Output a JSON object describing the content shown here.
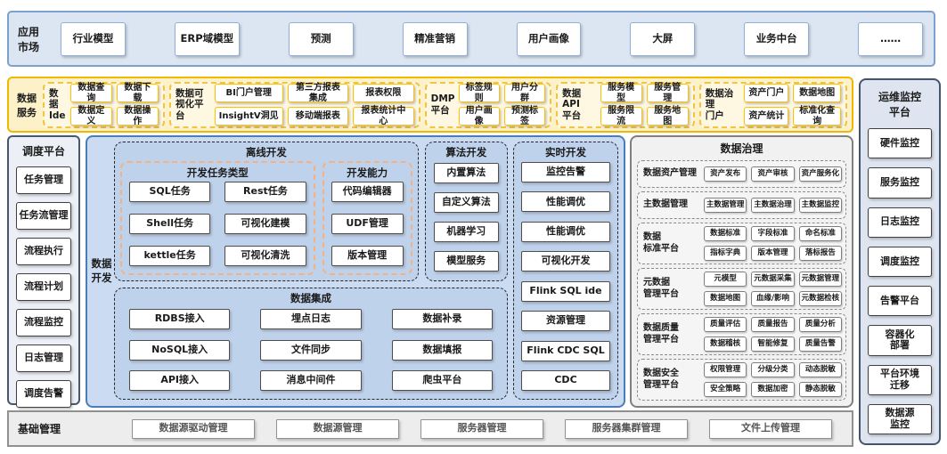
{
  "colors": {
    "gold": "#FFC000",
    "blue_border": "#4A7EBB",
    "light_blue_bg": "#CBDCF2",
    "slate": "#44546A",
    "salmon_dash": "#F4B183",
    "gray_border": "#7F7F7F"
  },
  "app_market": {
    "label": "应用\n市场",
    "items": [
      "行业模型",
      "ERP域模型",
      "预测",
      "精准营销",
      "用户画像",
      "大屏",
      "业务中台",
      "……"
    ]
  },
  "data_services": {
    "label": "数据\n服务",
    "ide": {
      "label": "数据\nIde",
      "items": [
        "数据查询",
        "数据下载",
        "数据定义",
        "数据操作"
      ]
    },
    "viz": {
      "label": "数据可\n视化平台",
      "items": [
        "BI门户管理",
        "第三方报表集成",
        "报表权限",
        "InsightV洞见",
        "移动端报表",
        "报表统计中心"
      ]
    },
    "dmp": {
      "label": "DMP\n平台",
      "items": [
        "标签规则",
        "用户分群",
        "用户画像",
        "预测标签"
      ]
    },
    "api": {
      "label": "数据API\n平台",
      "items": [
        "服务模型",
        "服务管理",
        "服务限流",
        "服务地图"
      ]
    },
    "portal": {
      "label": "数据治理\n门户",
      "items": [
        "资产门户",
        "数据地图",
        "资产统计",
        "标准化查询"
      ]
    }
  },
  "scheduler": {
    "title": "调度平台",
    "items": [
      "任务管理",
      "任务流管理",
      "流程执行",
      "流程计划",
      "流程监控",
      "日志管理",
      "调度告警"
    ]
  },
  "data_dev": {
    "label": "数据\n开发",
    "offline": {
      "title": "离线开发",
      "task_types": {
        "title": "开发任务类型",
        "items": [
          "SQL任务",
          "Rest任务",
          "Shell任务",
          "可视化建模",
          "kettle任务",
          "可视化清洗"
        ]
      },
      "capabilities": {
        "title": "开发能力",
        "items": [
          "代码编辑器",
          "UDF管理",
          "版本管理"
        ]
      }
    },
    "algo": {
      "title": "算法开发",
      "items": [
        "内置算法",
        "自定义算法",
        "机器学习",
        "模型服务"
      ]
    },
    "realtime": {
      "title": "实时开发",
      "items": [
        "监控告警",
        "性能调优",
        "性能调优",
        "可视化开发",
        "Flink SQL ide",
        "资源管理",
        "Flink CDC SQL",
        "CDC"
      ]
    },
    "integration": {
      "title": "数据集成",
      "items": [
        "RDBS接入",
        "埋点日志",
        "数据补录",
        "NoSQL接入",
        "文件同步",
        "数据填报",
        "API接入",
        "消息中间件",
        "爬虫平台"
      ]
    }
  },
  "governance": {
    "title": "数据治理",
    "sections": [
      {
        "label": "数据资产管理",
        "items": [
          "资产发布",
          "资产审核",
          "资产服务化"
        ]
      },
      {
        "label": "主数据管理",
        "items": [
          "主数据管理",
          "主数据治理",
          "主数据监控"
        ]
      },
      {
        "label": "数据\n标准平台",
        "items": [
          "数据标准",
          "字段标准",
          "命名标准",
          "指标字典",
          "版本管理",
          "落标报告"
        ]
      },
      {
        "label": "元数据\n管理平台",
        "items": [
          "元模型",
          "元数据采集",
          "元数据管理",
          "数据地图",
          "血缘/影响",
          "元数据检核"
        ]
      },
      {
        "label": "数据质量\n管理平台",
        "items": [
          "质量评估",
          "质量报告",
          "质量分析",
          "数据稽核",
          "智能修复",
          "质量告警"
        ]
      },
      {
        "label": "数据安全\n管理平台",
        "items": [
          "权限管理",
          "分级分类",
          "动态脱敏",
          "安全策略",
          "数据加密",
          "静态脱敏"
        ]
      }
    ]
  },
  "ops": {
    "title": "运维监控\n平台",
    "items": [
      "硬件监控",
      "服务监控",
      "日志监控",
      "调度监控",
      "告警平台",
      "容器化\n部署",
      "平台环境\n迁移",
      "数据源\n监控"
    ]
  },
  "base_mgmt": {
    "label": "基础管理",
    "items": [
      "数据源驱动管理",
      "数据源管理",
      "服务器管理",
      "服务器集群管理",
      "文件上传管理"
    ]
  }
}
